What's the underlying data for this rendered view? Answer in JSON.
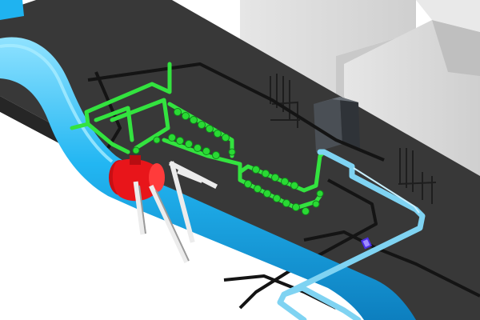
{
  "scene": {
    "colors": {
      "background": "#ffffff",
      "floor": "#383838",
      "floor_edge": "#262626",
      "main_pipe": "#1fb3f0",
      "main_pipe_highlight": "#7fdcff",
      "main_pipe_shadow": "#0e86c4",
      "secondary_pipe": "#7fd3f2",
      "green_piping": "#33e33f",
      "green_valves": "#2ad934",
      "valve_body": "#e8151a",
      "support_frame": "#ececec",
      "tanks": "#dcdcdc",
      "junction_box": "#4a4f55",
      "flange_marker": "#4b2ee6",
      "ground_conduit": "#141414"
    },
    "elements": [
      "background",
      "floor-slab",
      "storage-tanks",
      "tank-leg-supports",
      "electrical-junction-box",
      "ground-conduits",
      "main-pipeline",
      "control-valve",
      "pipe-support-frame",
      "green-instrument-piping",
      "green-valve-manifolds",
      "secondary-pipeline",
      "flange-marker"
    ]
  }
}
